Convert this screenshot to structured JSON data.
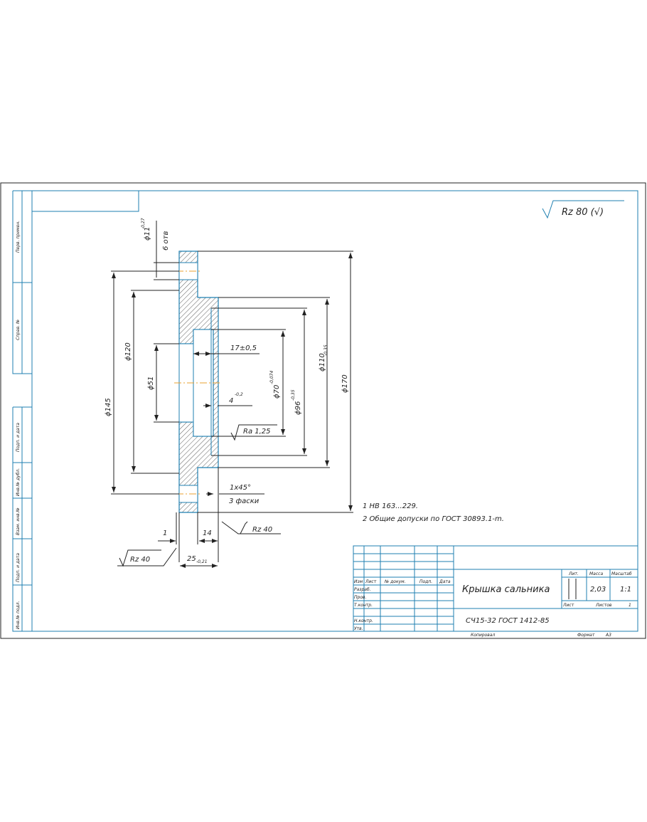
{
  "drawing": {
    "surface_finish_general": "Rz 80 (√)",
    "dimensions": {
      "hole": "ϕ11",
      "hole_tol": "-0,27",
      "hole_count": "6 отв",
      "d145": "ϕ145",
      "d120": "ϕ120",
      "d51": "ϕ51",
      "d70": "ϕ70",
      "d70_tol": "-0,074",
      "d96": "ϕ96",
      "d96_tol": "-0,35",
      "d110": "ϕ110",
      "d110_tol": "-0,35",
      "d170": "ϕ170",
      "depth17": "17±0,5",
      "w4": "4",
      "w4_tol": "-0,2",
      "chamfer": "1x45°",
      "chamfer_count": "3 фаски",
      "w1": "1",
      "w14": "14",
      "w25": "25",
      "w25_tol": "-0,21"
    },
    "roughness": {
      "ra": "Ra 1,25",
      "rz_right": "Rz 40",
      "rz_left": "Rz 40"
    },
    "notes": [
      "1 HB 163...229.",
      "2 Общие допуски по ГОСТ 30893.1-m."
    ]
  },
  "side_strip": [
    "Перв. примен.",
    "Справ. №",
    "Подп. и дата",
    "Инв.№ дубл.",
    "Взам. инв.№",
    "Подп. и дата",
    "Инв.№ подл."
  ],
  "title_block": {
    "col_headers": [
      "Изм",
      "Лист",
      "№ докум.",
      "Подп.",
      "Дата"
    ],
    "rows": [
      "Разраб.",
      "Пров.",
      "Т.контр.",
      "Н.контр.",
      "Утв."
    ],
    "part_name": "Крышка сальника",
    "material": "СЧ15-32 ГОСТ 1412-85",
    "lit_label": "Лит.",
    "mass_label": "Масса",
    "scale_label": "Масштаб",
    "mass": "2,03",
    "scale": "1:1",
    "sheet_label": "Лист",
    "sheets_label": "Листов",
    "sheets": "1",
    "copied": "Копировал",
    "format_label": "Формат",
    "format": "А3"
  }
}
